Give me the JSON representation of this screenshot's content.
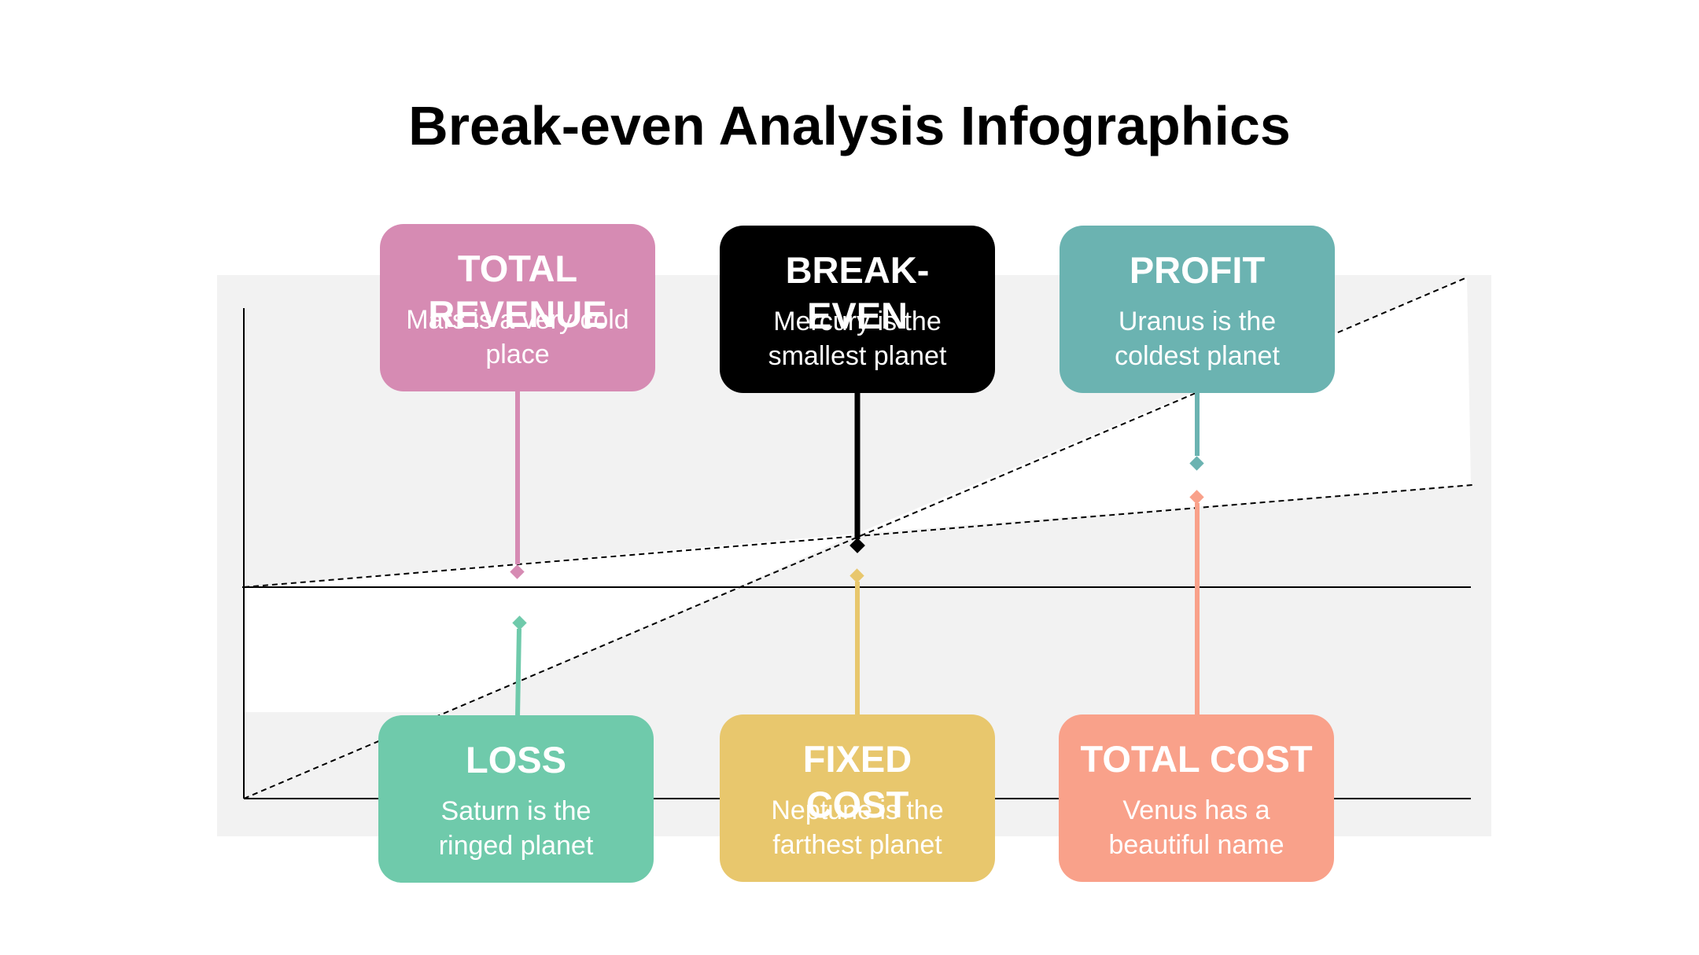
{
  "title": "Break-even Analysis Infographics",
  "colors": {
    "panel": "#f2f2f2",
    "axis": "#000000",
    "pink": "#d68bb3",
    "black": "#000000",
    "teal": "#6bb3b1",
    "green": "#6fcaab",
    "yellow": "#e8c76d",
    "salmon": "#f9a18a"
  },
  "cards": [
    {
      "id": "total-revenue",
      "title": "TOTAL REVENUE",
      "desc": "Mars is a very cold place",
      "color": "#d68bb3"
    },
    {
      "id": "break-even",
      "title": "BREAK-EVEN",
      "desc": "Mercury is the smallest planet",
      "color": "#000000"
    },
    {
      "id": "profit",
      "title": "PROFIT",
      "desc": "Uranus is the coldest planet",
      "color": "#6bb3b1"
    },
    {
      "id": "loss",
      "title": "LOSS",
      "desc": "Saturn is the ringed planet",
      "color": "#6fcaab"
    },
    {
      "id": "fixed-cost",
      "title": "FIXED COST",
      "desc": "Neptune is the farthest planet",
      "color": "#e8c76d"
    },
    {
      "id": "total-cost",
      "title": "TOTAL COST",
      "desc": "Venus has a beautiful name",
      "color": "#f9a18a"
    }
  ]
}
